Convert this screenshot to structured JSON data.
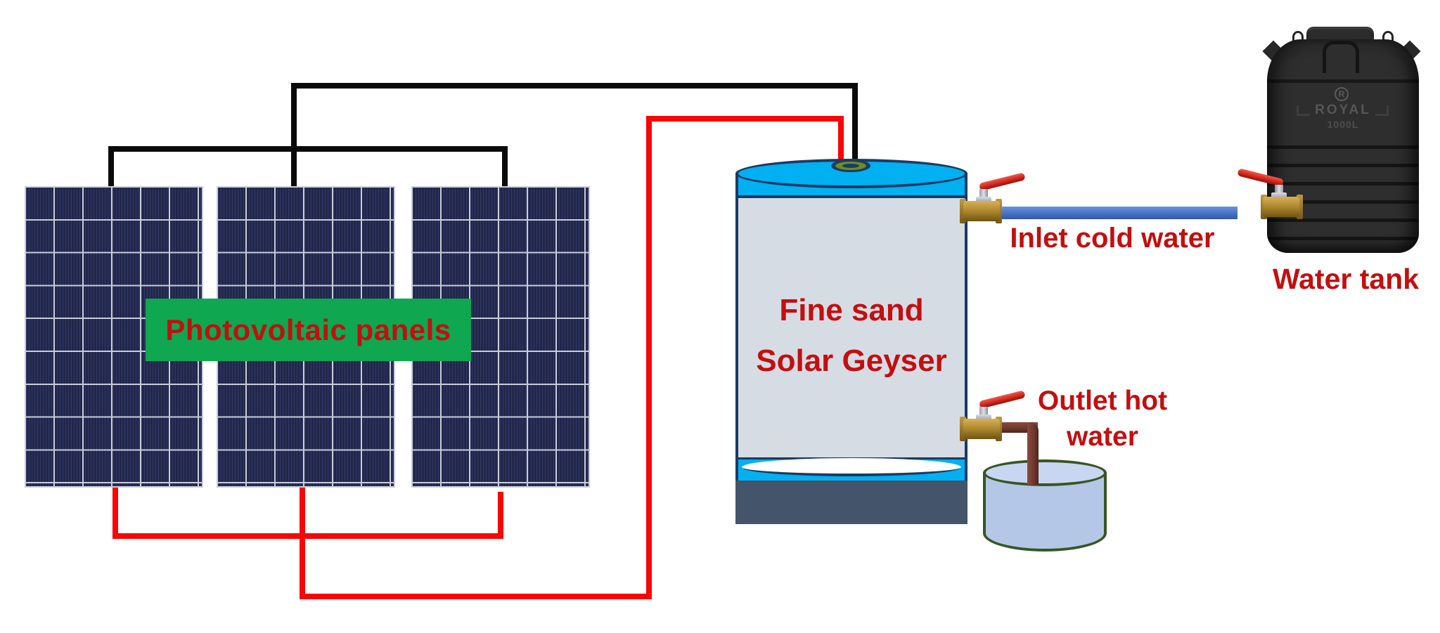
{
  "labels": {
    "pv": "Photovoltaic panels",
    "geyser_line1": "Fine sand",
    "geyser_line2": "Solar Geyser",
    "inlet": "Inlet cold water",
    "outlet_line1": "Outlet hot",
    "outlet_line2": "water",
    "tank": "Water tank"
  },
  "tank": {
    "brand": "ROYAL",
    "capacity": "1000L",
    "logo_letter": "R"
  },
  "colors": {
    "label-red": "#c30f0f",
    "wire-red": "#f90505",
    "wire-black": "#0a0a0a",
    "green-box": "#0fa750",
    "cyan": "#00b0f0",
    "navy": "#1b3a64",
    "olive": "#6b8e23",
    "geyser-body": "#d6dce4",
    "base-slate": "#44546a",
    "pipe-blue": "#4472c4",
    "pipe-brown": "#6e382e",
    "bucket-fill": "#b4c7e7",
    "bucket-top": "#c9d6f2",
    "bucket-border": "#375623",
    "brass": "#a8822c",
    "valve-red": "#cf2218",
    "panel-cell": "#22274a",
    "panel-stripe": "#303866",
    "panel-grid": "#c8cdd9",
    "tank-black": "#2e2e2e"
  }
}
